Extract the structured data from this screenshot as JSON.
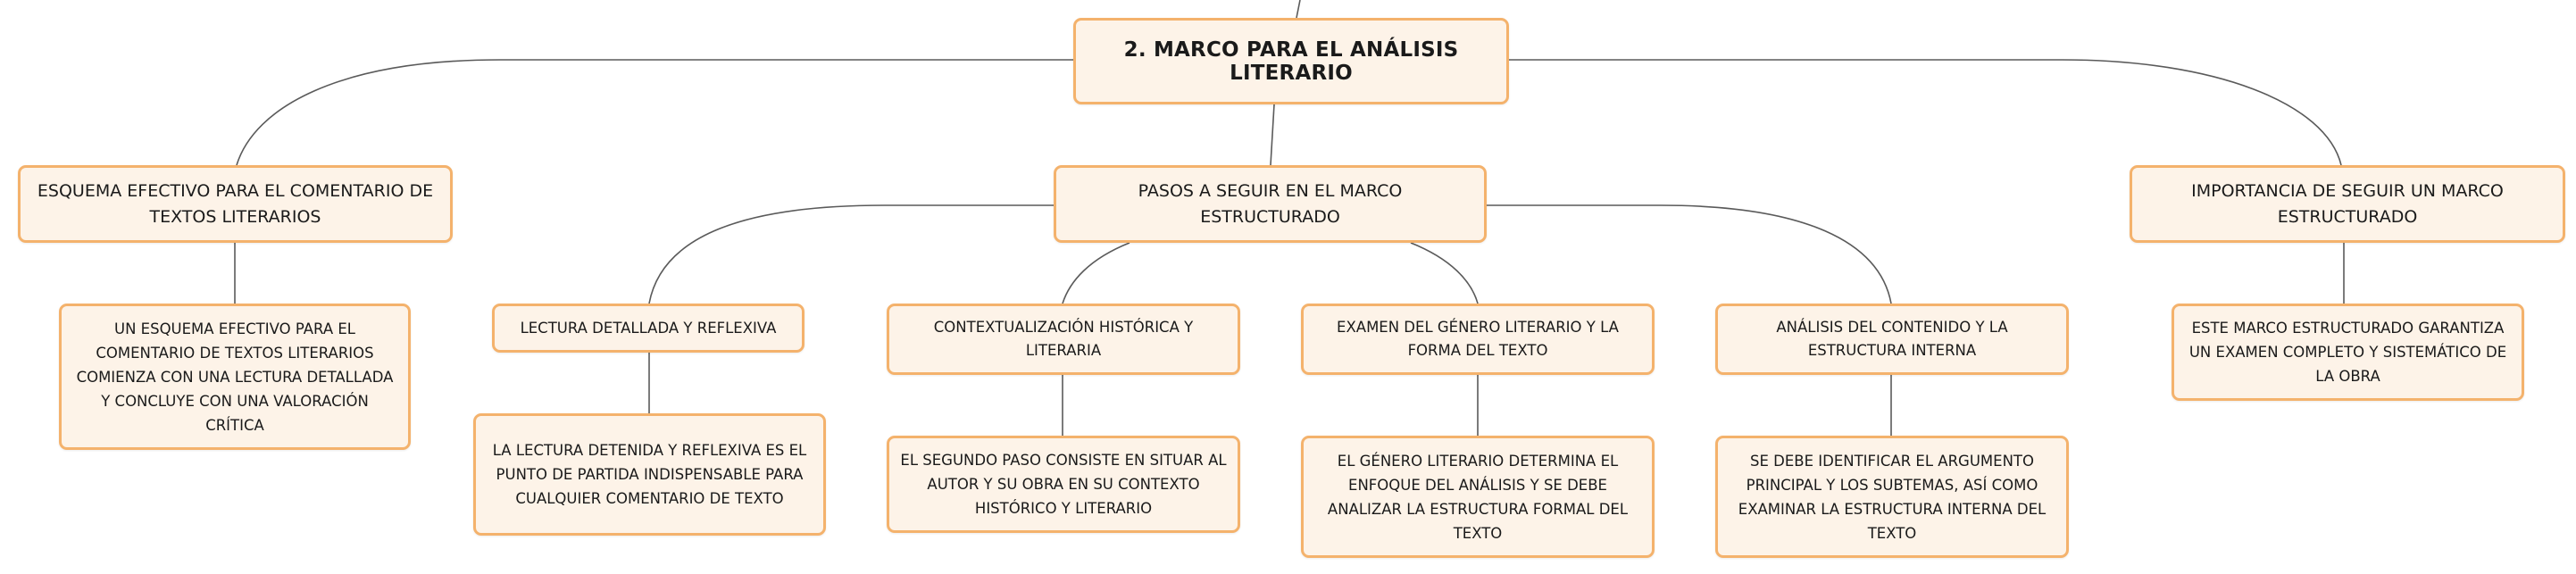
{
  "root": {
    "title": "2. MARCO PARA EL ANÁLISIS LITERARIO"
  },
  "branches": {
    "esquema": {
      "title": "ESQUEMA EFECTIVO PARA EL COMENTARIO DE TEXTOS LITERARIOS",
      "detail": "UN ESQUEMA EFECTIVO PARA EL COMENTARIO DE TEXTOS LITERARIOS COMIENZA CON UNA LECTURA DETALLADA Y CONCLUYE CON UNA VALORACIÓN CRÍTICA"
    },
    "pasos": {
      "title": "PASOS A SEGUIR EN EL MARCO ESTRUCTURADO",
      "children": [
        {
          "title": "LECTURA DETALLADA Y REFLEXIVA",
          "detail": "LA LECTURA DETENIDA Y REFLEXIVA ES EL PUNTO DE PARTIDA INDISPENSABLE PARA CUALQUIER COMENTARIO DE TEXTO"
        },
        {
          "title": "CONTEXTUALIZACIÓN HISTÓRICA Y LITERARIA",
          "detail": "EL SEGUNDO PASO CONSISTE EN SITUAR AL AUTOR Y SU OBRA EN SU CONTEXTO HISTÓRICO Y LITERARIO"
        },
        {
          "title": "EXAMEN DEL GÉNERO LITERARIO Y LA FORMA DEL TEXTO",
          "detail": "EL GÉNERO LITERARIO DETERMINA EL ENFOQUE DEL ANÁLISIS Y SE DEBE ANALIZAR LA ESTRUCTURA FORMAL DEL TEXTO"
        },
        {
          "title": "ANÁLISIS DEL CONTENIDO Y LA ESTRUCTURA INTERNA",
          "detail": "SE DEBE IDENTIFICAR EL ARGUMENTO PRINCIPAL Y LOS SUBTEMAS, ASÍ COMO EXAMINAR LA ESTRUCTURA INTERNA DEL TEXTO"
        }
      ]
    },
    "importancia": {
      "title": "IMPORTANCIA DE SEGUIR UN MARCO ESTRUCTURADO",
      "detail": "ESTE MARCO ESTRUCTURADO GARANTIZA UN EXAMEN COMPLETO Y SISTEMÁTICO DE LA OBRA"
    }
  },
  "colors": {
    "node_fill": "#fdf3e8",
    "node_border": "#f4b26c",
    "connector": "#5a5a5a"
  }
}
